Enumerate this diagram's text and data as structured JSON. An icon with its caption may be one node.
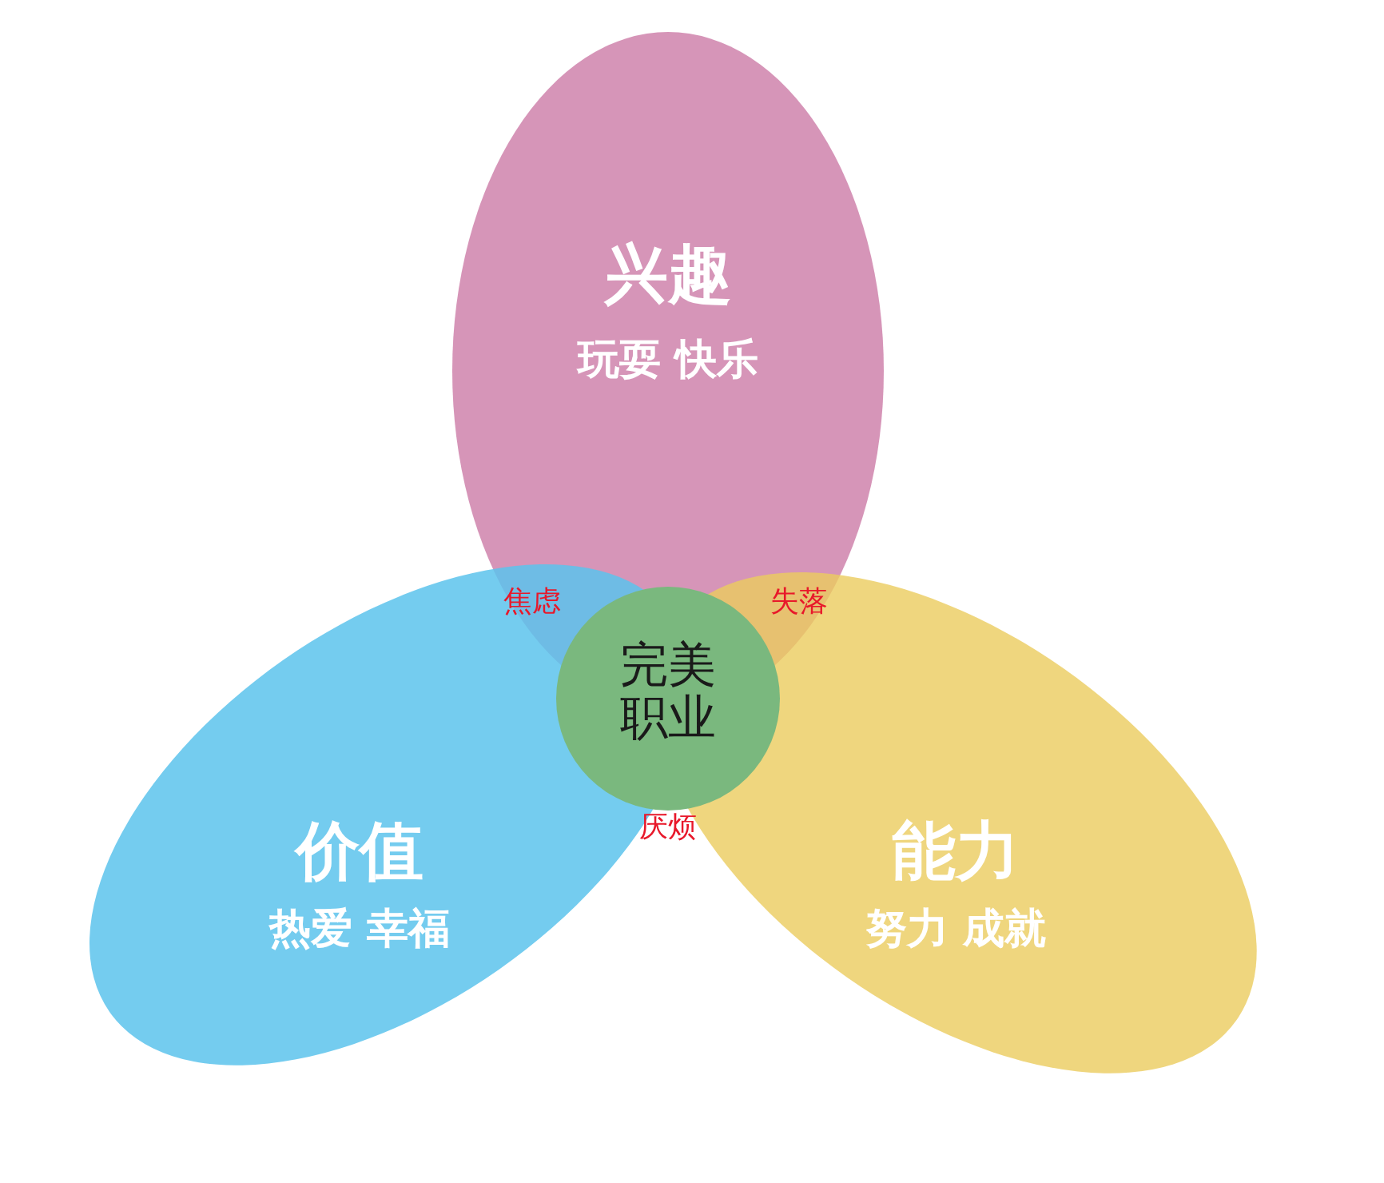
{
  "diagram": {
    "nodes": [
      {
        "text": [
          "兴趣",
          "玩耍 快乐"
        ]
      },
      {
        "text": [
          "价值",
          "热爱 幸福"
        ]
      },
      {
        "text": [
          "能力",
          "努力 成就"
        ]
      },
      {
        "text": [
          "完美职业"
        ]
      }
    ],
    "labels": [
      "焦虑",
      "失落",
      "厌烦"
    ]
  }
}
